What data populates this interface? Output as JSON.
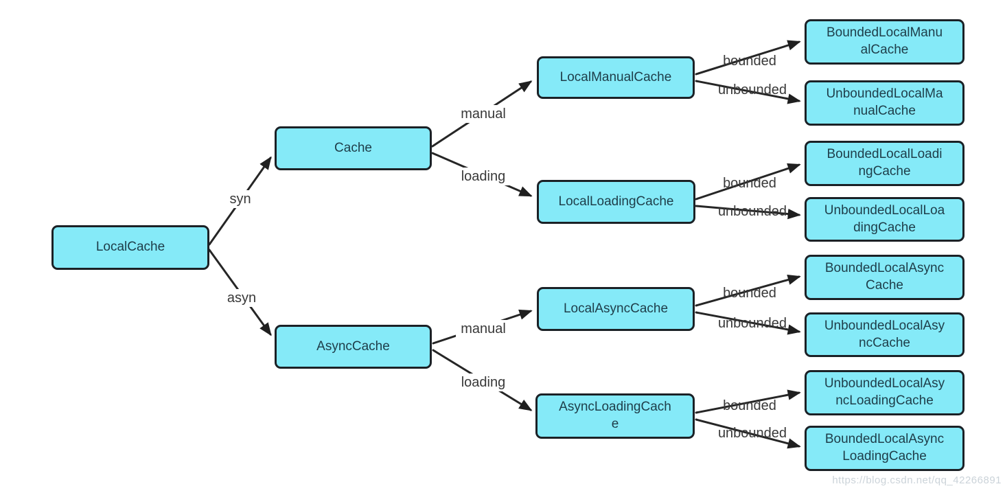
{
  "diagram": {
    "type": "tree-hierarchy",
    "nodes": {
      "localCache": "LocalCache",
      "cache": "Cache",
      "asyncCache": "AsyncCache",
      "localManualCache": "LocalManualCache",
      "localLoadingCache": "LocalLoadingCache",
      "localAsyncCache": "LocalAsyncCache",
      "asyncLoadingCache": "AsyncLoadingCache",
      "boundedLocalManualCache": "BoundedLocalManualCache",
      "unboundedLocalManualCache": "UnboundedLocalManualCache",
      "boundedLocalLoadingCache": "BoundedLocalLoadingCache",
      "unboundedLocalLoadingCache": "UnboundedLocalLoadingCache",
      "boundedLocalAsyncCache": "BoundedLocalAsyncCache",
      "unboundedLocalAsyncCache": "UnboundedLocalAsyncCache",
      "unboundedLocalAsyncLoadingCache": "UnboundedLocalAsyncLoadingCache",
      "boundedLocalAsyncLoadingCache": "BoundedLocalAsyncLoadingCache"
    },
    "edges": [
      {
        "from": "localCache",
        "to": "cache",
        "label": "syn"
      },
      {
        "from": "localCache",
        "to": "asyncCache",
        "label": "asyn"
      },
      {
        "from": "cache",
        "to": "localManualCache",
        "label": "manual"
      },
      {
        "from": "cache",
        "to": "localLoadingCache",
        "label": "loading"
      },
      {
        "from": "localManualCache",
        "to": "boundedLocalManualCache",
        "label": "bounded"
      },
      {
        "from": "localManualCache",
        "to": "unboundedLocalManualCache",
        "label": "unbounded"
      },
      {
        "from": "localLoadingCache",
        "to": "boundedLocalLoadingCache",
        "label": "bounded"
      },
      {
        "from": "localLoadingCache",
        "to": "unboundedLocalLoadingCache",
        "label": "unbounded"
      },
      {
        "from": "asyncCache",
        "to": "localAsyncCache",
        "label": "manual"
      },
      {
        "from": "asyncCache",
        "to": "asyncLoadingCache",
        "label": "loading"
      },
      {
        "from": "localAsyncCache",
        "to": "boundedLocalAsyncCache",
        "label": "bounded"
      },
      {
        "from": "localAsyncCache",
        "to": "unboundedLocalAsyncCache",
        "label": "unbounded"
      },
      {
        "from": "asyncLoadingCache",
        "to": "unboundedLocalAsyncLoadingCache",
        "label": "bounded"
      },
      {
        "from": "asyncLoadingCache",
        "to": "boundedLocalAsyncLoadingCache",
        "label": "unbounded"
      }
    ],
    "colors": {
      "node_fill": "#85EAF8",
      "node_border": "#1B2126",
      "node_text": "#1E3D49",
      "edge": "#262626",
      "edge_label_text": "#383838",
      "watermark_text": "#CBD3D9",
      "background": "#FFFFFF"
    },
    "watermark": "https://blog.csdn.net/qq_42266891"
  }
}
